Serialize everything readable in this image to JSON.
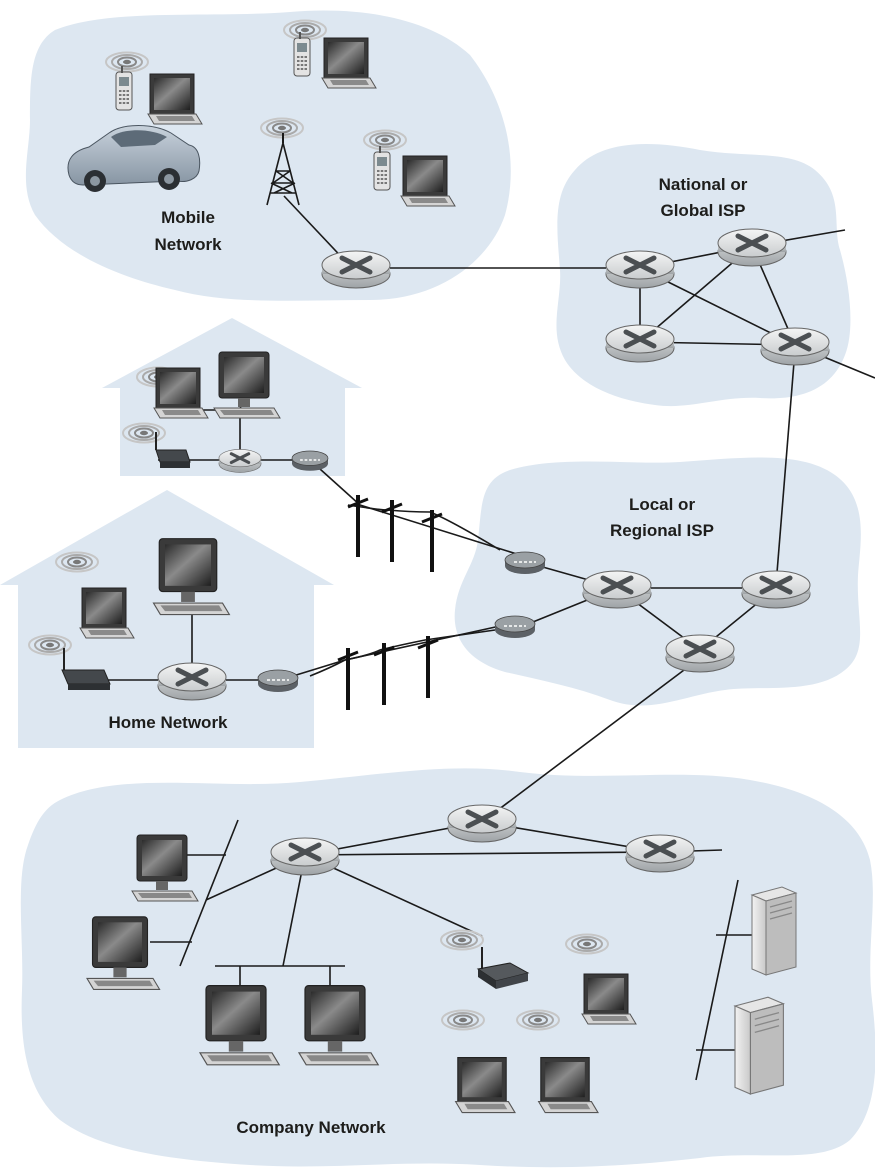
{
  "figure": {
    "networks": {
      "mobile": {
        "label_line1": "Mobile",
        "label_line2": "Network"
      },
      "national_isp": {
        "label_line1": "National or",
        "label_line2": "Global ISP"
      },
      "local_isp": {
        "label_line1": "Local or",
        "label_line2": "Regional ISP"
      },
      "home": {
        "label": "Home Network"
      },
      "company": {
        "label": "Company Network"
      }
    },
    "colors": {
      "region_fill": "#dde7f1",
      "link": "#1a1a1a",
      "router_body": "#c9ccce",
      "router_top": "#e8eaeb"
    },
    "icons": [
      "router-icon",
      "laptop-icon",
      "desktop-icon",
      "cell-phone-icon",
      "car-icon",
      "cell-tower-icon",
      "server-icon",
      "modem-icon",
      "wireless-access-point-icon",
      "utility-pole-icon",
      "wireless-signal-icon"
    ]
  }
}
